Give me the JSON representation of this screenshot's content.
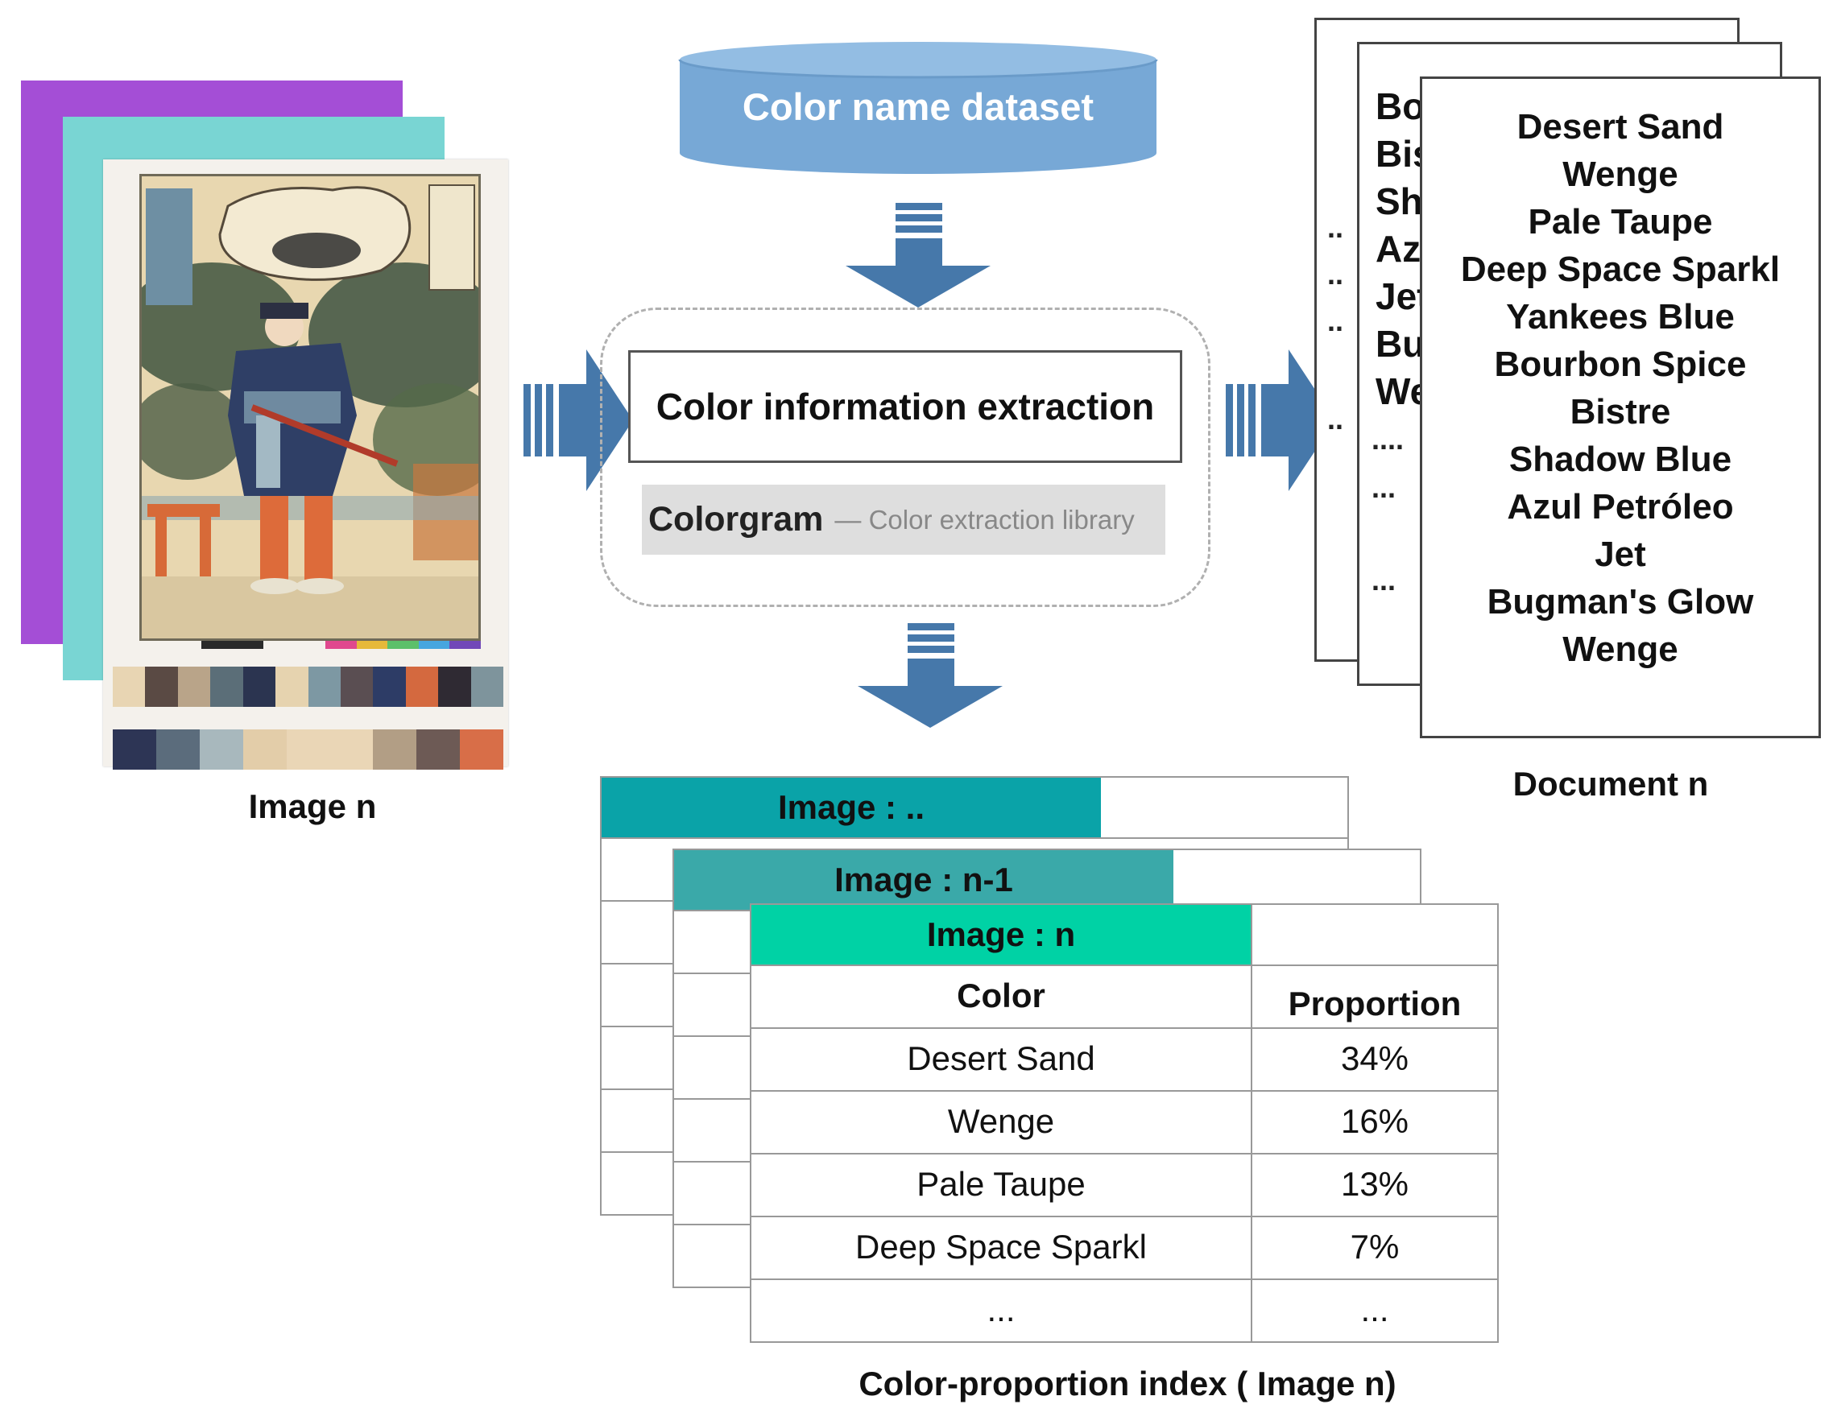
{
  "image_stack": {
    "caption": "Image n",
    "palette_top": [
      "#e8d5b3",
      "#5a4a44",
      "#b9a489",
      "#5b6e78",
      "#2b3450",
      "#e6d3af",
      "#7d98a3",
      "#5a4e52",
      "#2d3c66",
      "#d4693f",
      "#2f2a33",
      "#7e949c"
    ],
    "palette_bottom": [
      "#2d3555",
      "#5b6c7c",
      "#a8b8bd",
      "#e3cda9",
      "#ead6b6",
      "#ead6b6",
      "#b29e85",
      "#6d5a55",
      "#d86e48"
    ]
  },
  "database": {
    "label": "Color name dataset"
  },
  "process": {
    "title": "Color information extraction",
    "library_name": "Colorgram",
    "library_desc": "— Color extraction library"
  },
  "documents": {
    "caption": "Document n",
    "partial_items": [
      "Bo",
      "Bis",
      "Sh",
      "Az",
      "Jet",
      "Bu",
      "We"
    ],
    "front_items": [
      "Desert Sand",
      "Wenge",
      "Pale Taupe",
      "Deep Space Sparkl",
      "Yankees Blue",
      "Bourbon Spice",
      "Bistre",
      "Shadow Blue",
      "Azul Petróleo",
      "Jet",
      "Bugman's Glow",
      "Wenge"
    ],
    "ellipsis_short": "..",
    "ellipsis_long": "....",
    "ellipsis_mid": "..."
  },
  "index_tables": {
    "caption": "Color-proportion index ( Image n)",
    "back_title": "Image : ..",
    "mid_title": "Image : n-1",
    "front_title": "Image : n",
    "col_color": "Color",
    "col_proportion": "Proportion",
    "rows": [
      {
        "color": "Desert Sand",
        "proportion": "34%"
      },
      {
        "color": "Wenge",
        "proportion": "16%"
      },
      {
        "color": "Pale Taupe",
        "proportion": "13%"
      },
      {
        "color": "Deep Space Sparkl",
        "proportion": "7%"
      },
      {
        "color": "...",
        "proportion": "..."
      }
    ]
  },
  "colors": {
    "arrow": "#4678aa",
    "db_fill": "#77a8d6",
    "header_back": "#0aa3a8",
    "header_mid": "#3aa9a9",
    "header_front": "#00d2a5"
  }
}
